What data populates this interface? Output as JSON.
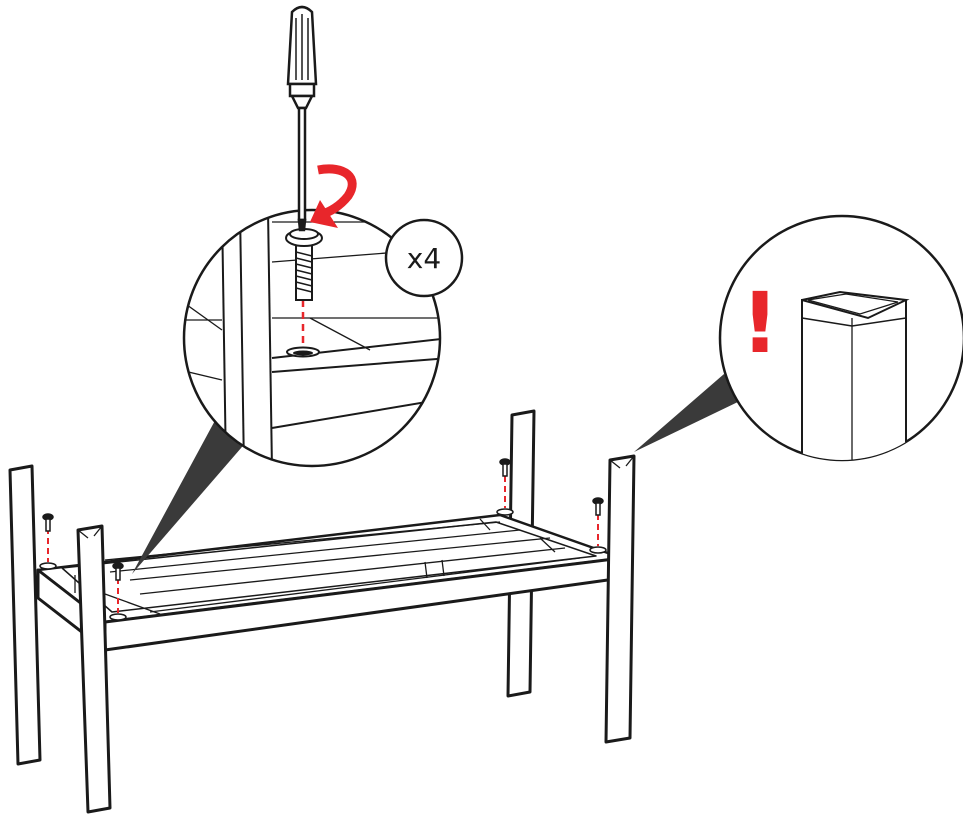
{
  "instruction": {
    "quantity_label": "x4",
    "warning_symbol": "!",
    "screw_count": 4,
    "rotation_direction": "clockwise"
  },
  "colors": {
    "line": "#1a1a1a",
    "accent": "#e8262b",
    "callout_fill": "#3a3a3a",
    "background": "#ffffff"
  },
  "icons": [
    "screwdriver-icon",
    "rotate-arrow-icon",
    "screw-icon",
    "warning-icon"
  ]
}
